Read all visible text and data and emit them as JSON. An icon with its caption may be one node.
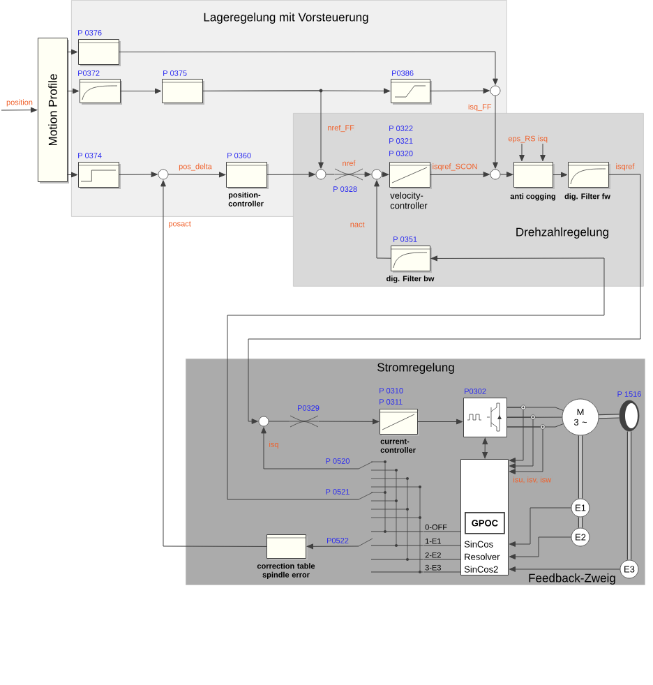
{
  "diagram": {
    "nodes": [
      {
        "text": [
          "Lageregelung mit Vorsteuerung"
        ]
      },
      {
        "text": [
          "Motion Profile"
        ]
      },
      {
        "text": [
          "P 0376"
        ],
        "in": 0
      },
      {
        "text": [
          "P0372"
        ],
        "in": 0
      },
      {
        "text": [
          "P 0375"
        ],
        "in": 0
      },
      {
        "text": [
          "P 0374"
        ],
        "in": 0
      },
      {
        "text": [],
        "shape": "circle",
        "in": 0
      },
      {
        "text": [
          "P 0360",
          "position-controller"
        ],
        "in": 0
      },
      {
        "text": [
          "P0386"
        ],
        "in": 0
      },
      {
        "text": [],
        "shape": "circle",
        "in": 0
      },
      {
        "text": [
          "Drehzahlregelung"
        ]
      },
      {
        "text": [],
        "shape": "circle"
      },
      {
        "text": [
          "P 0328"
        ]
      },
      {
        "text": [],
        "shape": "circle"
      },
      {
        "text": [
          "P 0322",
          "P 0321",
          "P 0320",
          "velocity-controller"
        ]
      },
      {
        "text": [],
        "shape": "circle"
      },
      {
        "text": [
          "anti cogging"
        ],
        "in": 10
      },
      {
        "text": [
          "dig. Filter fw"
        ],
        "in": 10
      },
      {
        "text": [
          "P 0351",
          "dig. Filter bw"
        ],
        "in": 10
      },
      {
        "text": [
          "Stromregelung"
        ]
      },
      {
        "text": [],
        "shape": "circle",
        "in": 19
      },
      {
        "text": [
          "P0329"
        ],
        "in": 19
      },
      {
        "text": [
          "P 0310",
          "P 0311",
          "current-controller"
        ],
        "in": 19
      },
      {
        "text": [
          "P0302"
        ],
        "in": 19
      },
      {
        "text": [
          "M 3 ~"
        ],
        "in": 19
      },
      {
        "text": [
          "P 1516"
        ],
        "in": 19
      },
      {
        "text": [
          "SinCos",
          "Resolver",
          "SinCos2"
        ],
        "in": 19
      },
      {
        "text": [
          "GPOC"
        ],
        "in": 26
      },
      {
        "text": [
          "E1"
        ],
        "in": 19
      },
      {
        "text": [
          "E2"
        ],
        "in": 19
      },
      {
        "text": [
          "E3"
        ],
        "in": 19
      },
      {
        "text": [
          "correction table spindle error"
        ],
        "in": 19
      },
      {
        "text": [],
        "shape": "switch",
        "in": 19
      },
      {
        "text": [
          "eps_RS"
        ],
        "in": 10
      },
      {
        "text": [
          "isq"
        ],
        "in": 10
      }
    ],
    "edges": [
      {
        "from": null,
        "to": 1,
        "arrow": "to",
        "label": "position"
      },
      {
        "from": 1,
        "to": 2,
        "arrow": "to"
      },
      {
        "from": 1,
        "to": 3,
        "arrow": "to"
      },
      {
        "from": 1,
        "to": 5,
        "arrow": "to"
      },
      {
        "from": 3,
        "to": 4,
        "arrow": "to"
      },
      {
        "from": 4,
        "to": 8,
        "arrow": "to"
      },
      {
        "from": 4,
        "to": 11,
        "arrow": "to",
        "label": "nref_FF"
      },
      {
        "from": 5,
        "to": 6,
        "arrow": "to"
      },
      {
        "from": 6,
        "to": 7,
        "arrow": "to",
        "label": "pos_delta"
      },
      {
        "from": 7,
        "to": 11,
        "arrow": "to"
      },
      {
        "from": 2,
        "to": 9,
        "arrow": "to"
      },
      {
        "from": 8,
        "to": 9,
        "arrow": "to"
      },
      {
        "from": 9,
        "to": 15,
        "arrow": "to",
        "label": "isq_FF"
      },
      {
        "from": 11,
        "to": 12,
        "arrow": "none"
      },
      {
        "from": 12,
        "to": 13,
        "arrow": "to"
      },
      {
        "from": 13,
        "to": 14,
        "arrow": "to"
      },
      {
        "from": 14,
        "to": 15,
        "arrow": "to",
        "label": "isqref_SCON"
      },
      {
        "from": 15,
        "to": 16,
        "arrow": "to"
      },
      {
        "from": 33,
        "to": 16,
        "arrow": "to"
      },
      {
        "from": 34,
        "to": 16,
        "arrow": "to"
      },
      {
        "from": 16,
        "to": 17,
        "arrow": "to"
      },
      {
        "from": 17,
        "to": 20,
        "arrow": "to",
        "label": "isqref"
      },
      {
        "from": 32,
        "to": 18,
        "arrow": "to"
      },
      {
        "from": 18,
        "to": 13,
        "arrow": "to",
        "label": "nact"
      },
      {
        "from": 31,
        "to": 6,
        "arrow": "to",
        "label": "posact"
      },
      {
        "from": 32,
        "to": 31,
        "arrow": "to"
      },
      {
        "from": 32,
        "to": 20,
        "arrow": "to",
        "label": "isq"
      },
      {
        "from": 20,
        "to": 21,
        "arrow": "none"
      },
      {
        "from": 21,
        "to": 22,
        "arrow": "to"
      },
      {
        "from": 22,
        "to": 23,
        "arrow": "to"
      },
      {
        "from": 23,
        "to": 24,
        "arrow": "none"
      },
      {
        "from": 23,
        "to": 26,
        "arrow": "both"
      },
      {
        "from": 23,
        "to": 26,
        "arrow": "to"
      },
      {
        "from": 23,
        "to": 26,
        "arrow": "to"
      },
      {
        "from": 23,
        "to": 26,
        "arrow": "to",
        "label": "isu, isv, isw"
      },
      {
        "from": 24,
        "to": 28,
        "arrow": "none",
        "style": "thick"
      },
      {
        "from": 28,
        "to": 29,
        "arrow": "none",
        "style": "thick"
      },
      {
        "from": 28,
        "to": 26,
        "arrow": "to"
      },
      {
        "from": 29,
        "to": 26,
        "arrow": "to"
      },
      {
        "from": 30,
        "to": 26,
        "arrow": "to"
      },
      {
        "from": 25,
        "to": 30,
        "arrow": "none",
        "style": "thick"
      },
      {
        "from": 24,
        "to": 25,
        "arrow": "none",
        "style": "thick"
      },
      {
        "from": 23,
        "to": 24,
        "arrow": "none"
      },
      {
        "from": 23,
        "to": 24,
        "arrow": "none"
      },
      {
        "from": 32,
        "to": 26,
        "arrow": "none"
      },
      {
        "from": 32,
        "to": 26,
        "arrow": "none"
      },
      {
        "from": 32,
        "to": 26,
        "arrow": "none"
      },
      {
        "from": 32,
        "to": 26,
        "arrow": "none"
      }
    ],
    "labels": [
      "nref",
      "P 0520",
      "P 0521",
      "P0522",
      "0-OFF",
      "1-E1",
      "2-E2",
      "3-E3",
      "Feedback-Zweig"
    ]
  }
}
